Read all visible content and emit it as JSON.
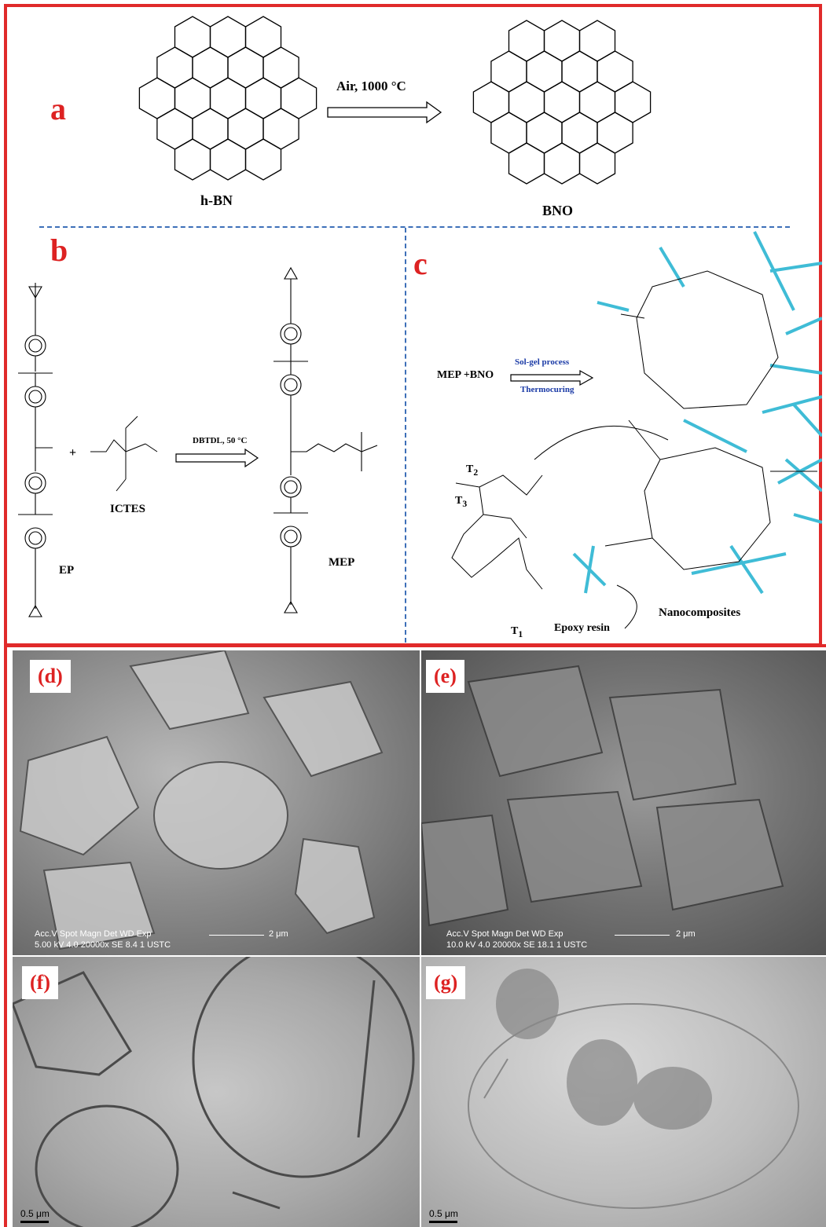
{
  "panels": {
    "a": {
      "label": "a",
      "left_caption": "h-BN",
      "right_caption": "BNO",
      "arrow_text": "Air, 1000 °C"
    },
    "b": {
      "label": "b",
      "reactant1": "EP",
      "reactant2": "ICTES",
      "product": "MEP",
      "condition": "DBTDL, 50 °C",
      "plus": "+"
    },
    "c": {
      "label": "c",
      "reactants": "MEP +BNO",
      "process_top": "Sol-gel process",
      "process_bottom": "Thermocuring",
      "caption": "Nanocomposites",
      "epoxy": "Epoxy resin",
      "t1": "T",
      "t1sub": "1",
      "t2": "T",
      "t2sub": "2",
      "t3": "T",
      "t3sub": "3"
    },
    "d": {
      "label": "(d)",
      "bar_line1": "Acc.V  Spot Magn    Det  WD  Exp",
      "bar_line2": "5.00 kV 4.0  20000x  SE   8.4   1      USTC",
      "scale": "2 μm"
    },
    "e": {
      "label": "(e)",
      "bar_line1": "Acc.V  Spot Magn    Det  WD  Exp",
      "bar_line2": "10.0 kV 4.0  20000x  SE  18.1   1      USTC",
      "scale": "2 μm"
    },
    "f": {
      "label": "(f)",
      "scale": "0.5 μm"
    },
    "g": {
      "label": "(g)",
      "scale": "0.5 μm"
    }
  },
  "colors": {
    "frame": "#e02a2a",
    "label": "#dd2222",
    "dash": "#3d6fb8",
    "cyan": "#3fbcd6",
    "process": "#1a3aa6"
  }
}
